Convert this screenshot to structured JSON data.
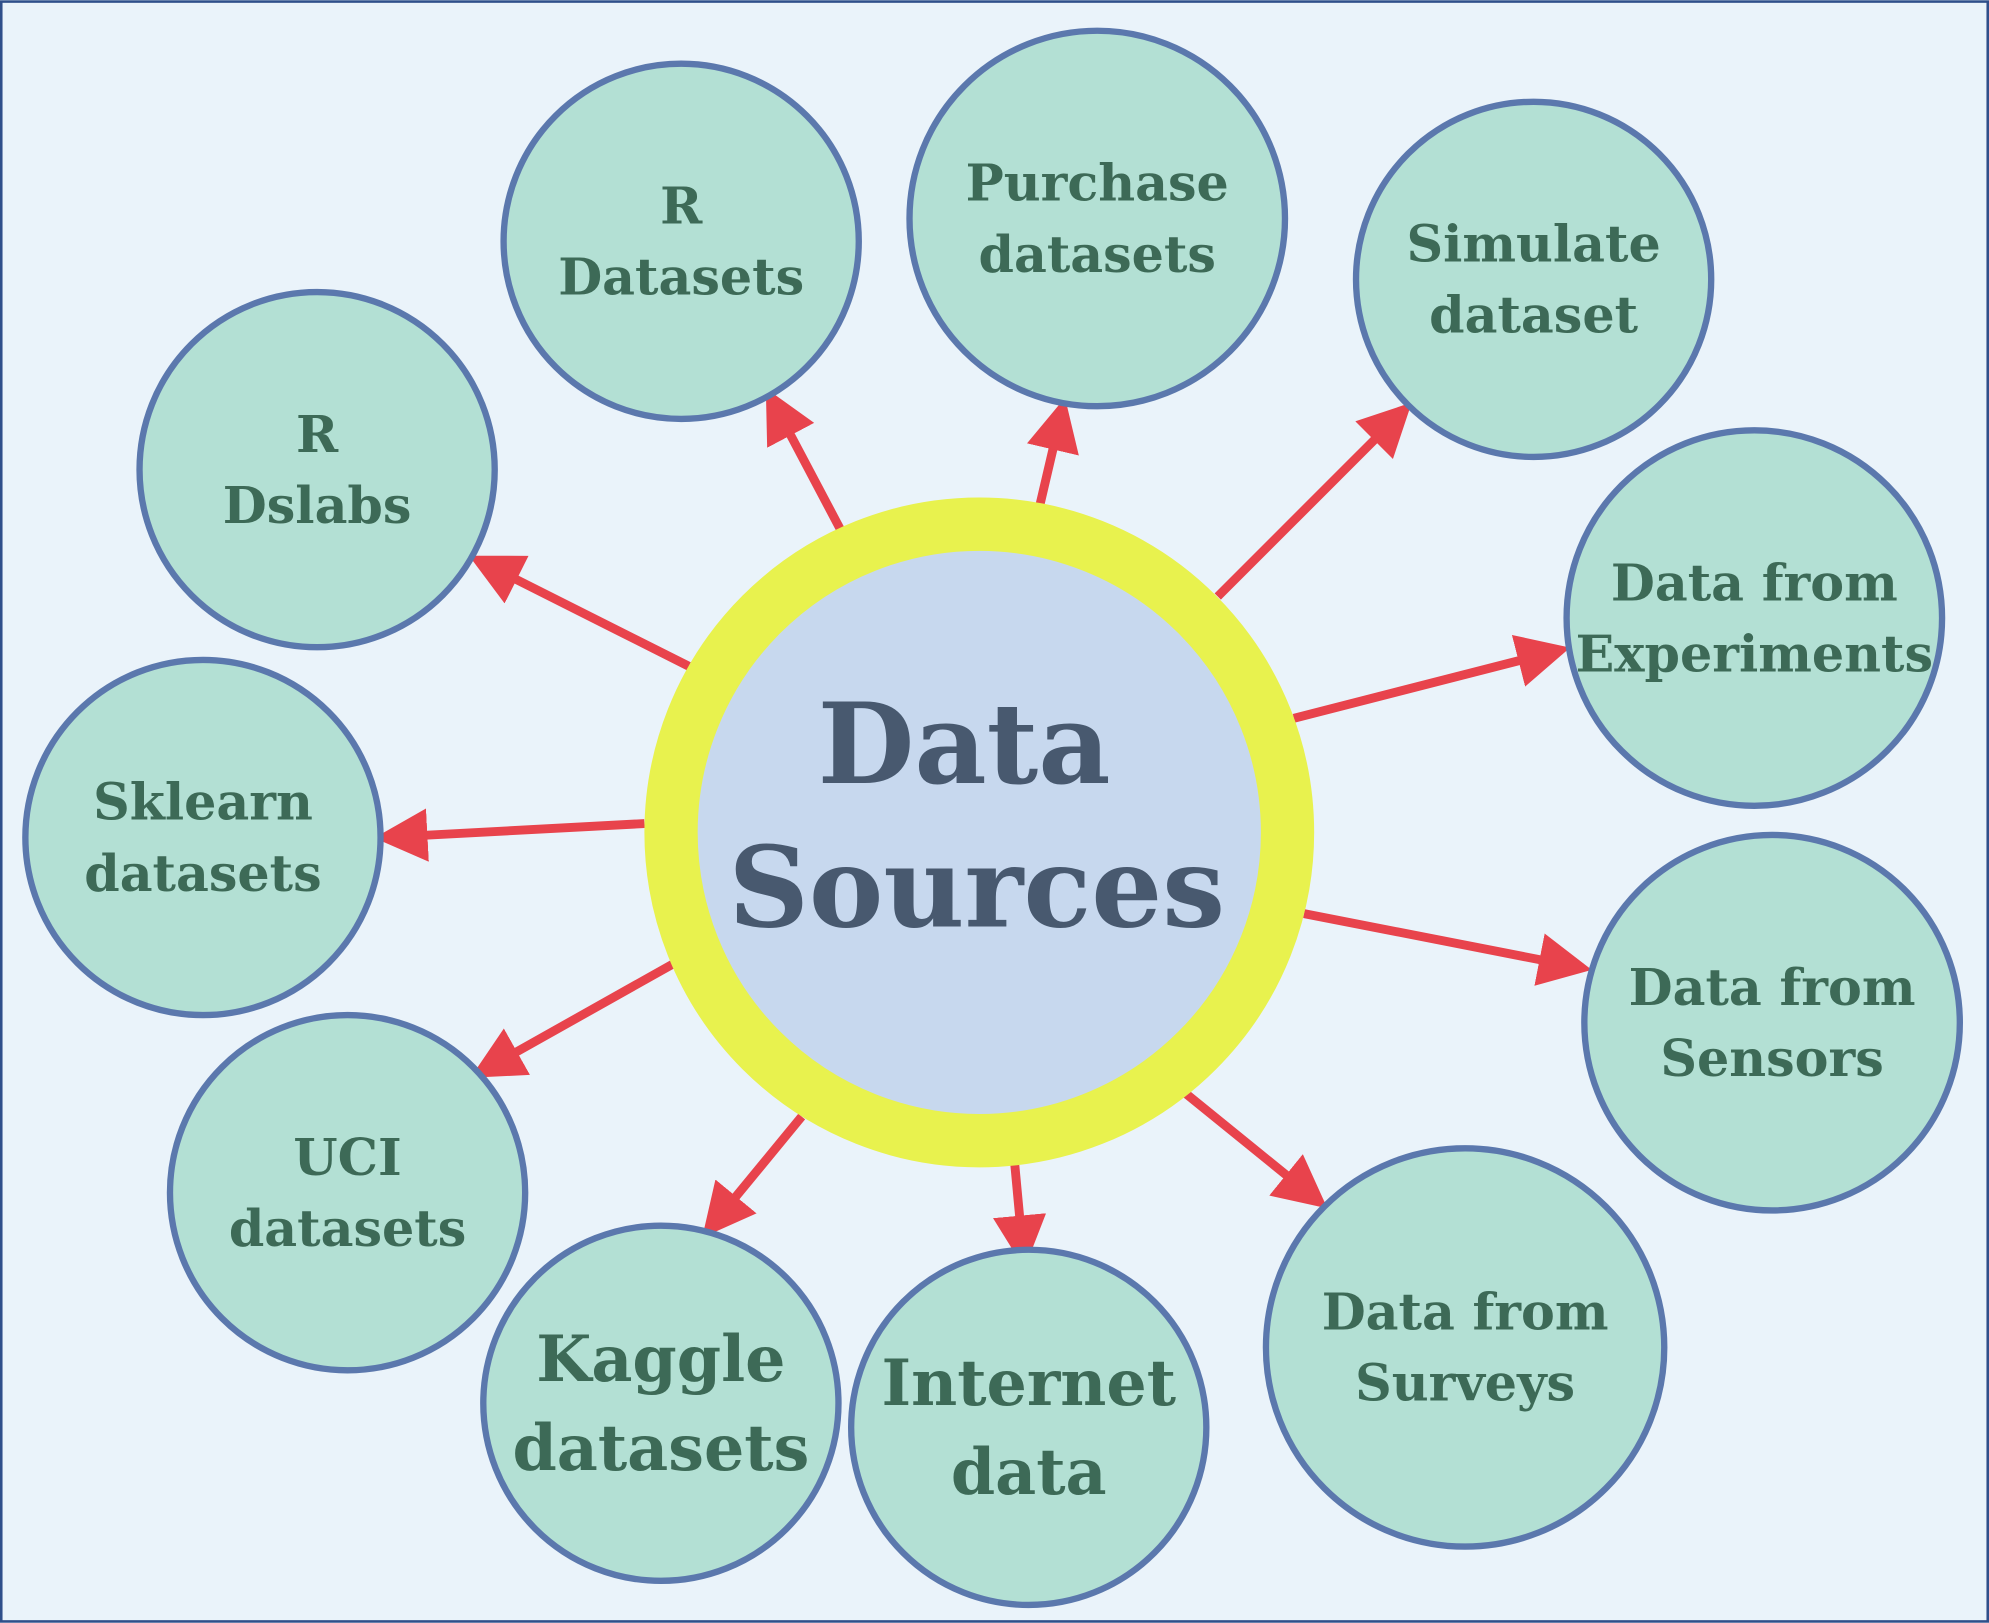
{
  "center": {
    "lines": [
      "Data",
      "Sources"
    ]
  },
  "nodes": [
    {
      "id": "r-datasets",
      "lines": [
        "R",
        "Datasets"
      ]
    },
    {
      "id": "purchase-datasets",
      "lines": [
        "Purchase",
        "datasets"
      ]
    },
    {
      "id": "simulate-dataset",
      "lines": [
        "Simulate",
        "dataset"
      ]
    },
    {
      "id": "data-from-experiments",
      "lines": [
        "Data from",
        "Experiments"
      ]
    },
    {
      "id": "data-from-sensors",
      "lines": [
        "Data from",
        "Sensors"
      ]
    },
    {
      "id": "data-from-surveys",
      "lines": [
        "Data from",
        "Surveys"
      ]
    },
    {
      "id": "internet-data",
      "lines": [
        "Internet",
        "data"
      ]
    },
    {
      "id": "kaggle-datasets",
      "lines": [
        "Kaggle",
        "datasets"
      ]
    },
    {
      "id": "uci-datasets",
      "lines": [
        "UCI",
        "datasets"
      ]
    },
    {
      "id": "sklearn-datasets",
      "lines": [
        "Sklearn",
        "datasets"
      ]
    },
    {
      "id": "r-dslabs",
      "lines": [
        "R",
        "Dslabs"
      ]
    }
  ],
  "colors": {
    "background": "#eaf3fa",
    "node_fill": "#b3e0d4",
    "node_stroke": "#5b78ad",
    "arrow": "#e8434c",
    "ring": "#e8f24e",
    "center_fill": "#c7d8ee",
    "border": "#2f4f8a"
  }
}
